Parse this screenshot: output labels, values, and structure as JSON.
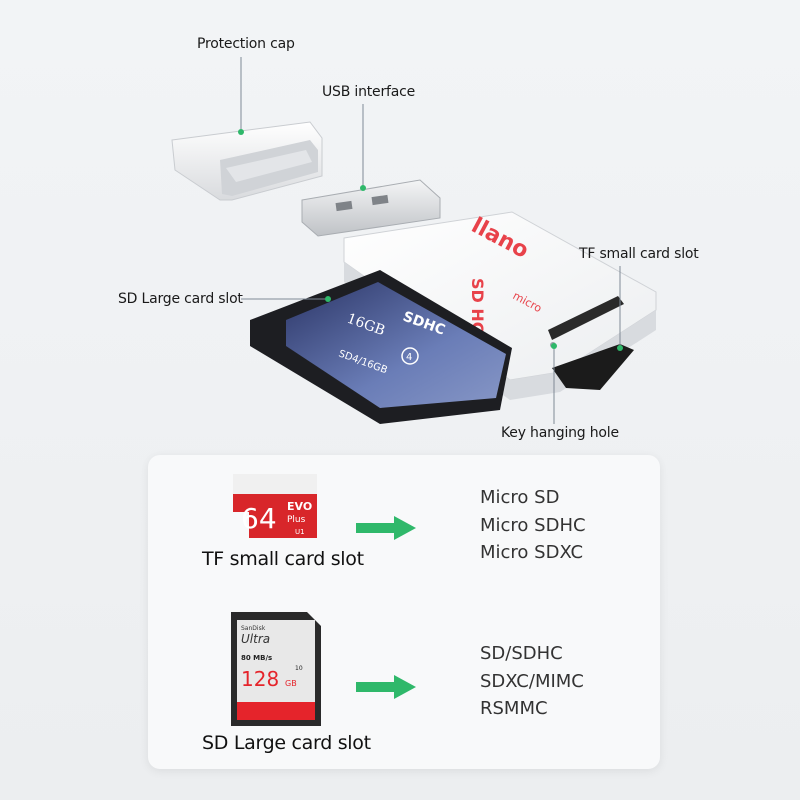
{
  "callouts": {
    "protection_cap": "Protection cap",
    "usb_interface": "USB interface",
    "tf_small_card_slot": "TF small card slot",
    "sd_large_card_slot": "SD Large card slot",
    "key_hanging_hole": "Key hanging hole"
  },
  "reader": {
    "brand": "llano",
    "sd_card_capacity": "16GB",
    "sd_card_standard": "SDHC",
    "sd_card_class": "4",
    "sd_card_model": "SD4/16GB",
    "logo_sd": "SD HC",
    "logo_micro": "micro"
  },
  "panel": {
    "rows": [
      {
        "caption": "TF small card slot",
        "card": {
          "capacity": "64",
          "line1": "EVO",
          "line2": "Plus",
          "class_mark": "U1"
        },
        "formats": [
          "Micro SD",
          "Micro SDHC",
          "Micro SDXC"
        ]
      },
      {
        "caption": "SD  Large card slot",
        "card": {
          "brand": "SanDisk",
          "name": "Ultra",
          "speed": "80 MB/s",
          "capacity": "128",
          "unit": "GB",
          "class_mark": "10"
        },
        "formats": [
          "SD/SDHC",
          "SDXC/MIMC",
          "RSMMC"
        ]
      }
    ]
  },
  "colors": {
    "accent_green": "#2fb86a",
    "brand_red": "#e8424a",
    "tf_card_red": "#d8262a"
  }
}
